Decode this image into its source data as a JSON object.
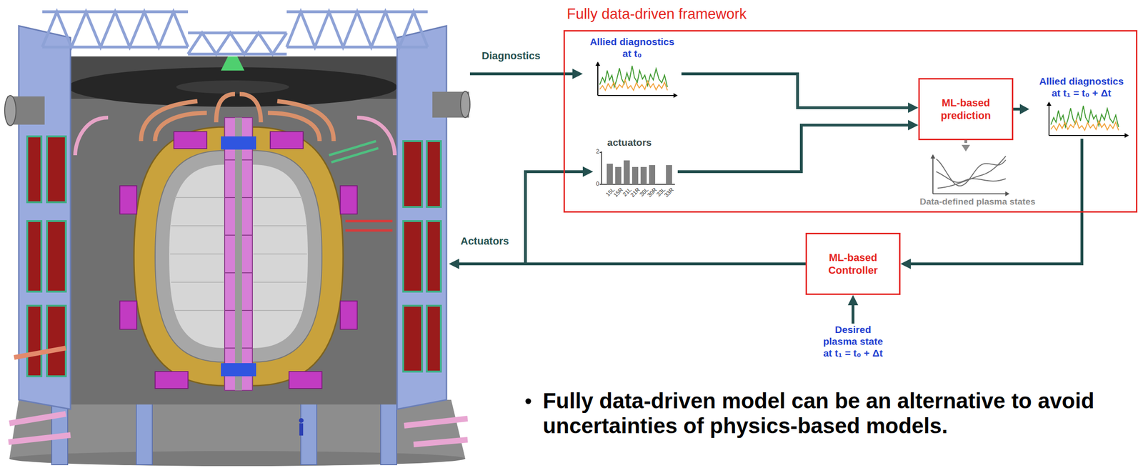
{
  "diagram": {
    "nodes": [
      {
        "text": [
          "Fully data-driven framework"
        ]
      },
      {
        "text": [
          "Allied diagnostics at t₀"
        ],
        "in": 0
      },
      {
        "text": [
          "actuators"
        ],
        "in": 0
      },
      {
        "text": [
          "ML-based prediction"
        ],
        "in": 0
      },
      {
        "text": [
          "Allied diagnostics at t₁ = t₀ + Δt"
        ],
        "in": 0
      },
      {
        "text": [
          "Data-defined plasma states"
        ],
        "in": 0
      },
      {
        "text": [
          "ML-based Controller"
        ]
      },
      {
        "text": [
          "Desired plasma state at t₁ = t₀ + Δt"
        ]
      }
    ],
    "edges": [
      {
        "from": 1,
        "to": 3,
        "arrow": "to"
      },
      {
        "from": 2,
        "to": 3,
        "arrow": "to"
      },
      {
        "from": 3,
        "to": 4,
        "arrow": "to"
      },
      {
        "from": 3,
        "to": 5,
        "arrow": "to"
      },
      {
        "from": 4,
        "to": 6,
        "arrow": "to"
      },
      {
        "from": 7,
        "to": 6,
        "arrow": "to"
      },
      {
        "from": 6,
        "to": 2,
        "arrow": "to"
      }
    ],
    "labels": [
      "Diagnostics",
      "Actuators",
      "2",
      "0",
      "15L",
      "15R",
      "21L",
      "21R",
      "30L",
      "30R",
      "33L",
      "33R",
      "Fully data-driven model can be an alternative to avoid uncertainties of physics-based models."
    ]
  }
}
